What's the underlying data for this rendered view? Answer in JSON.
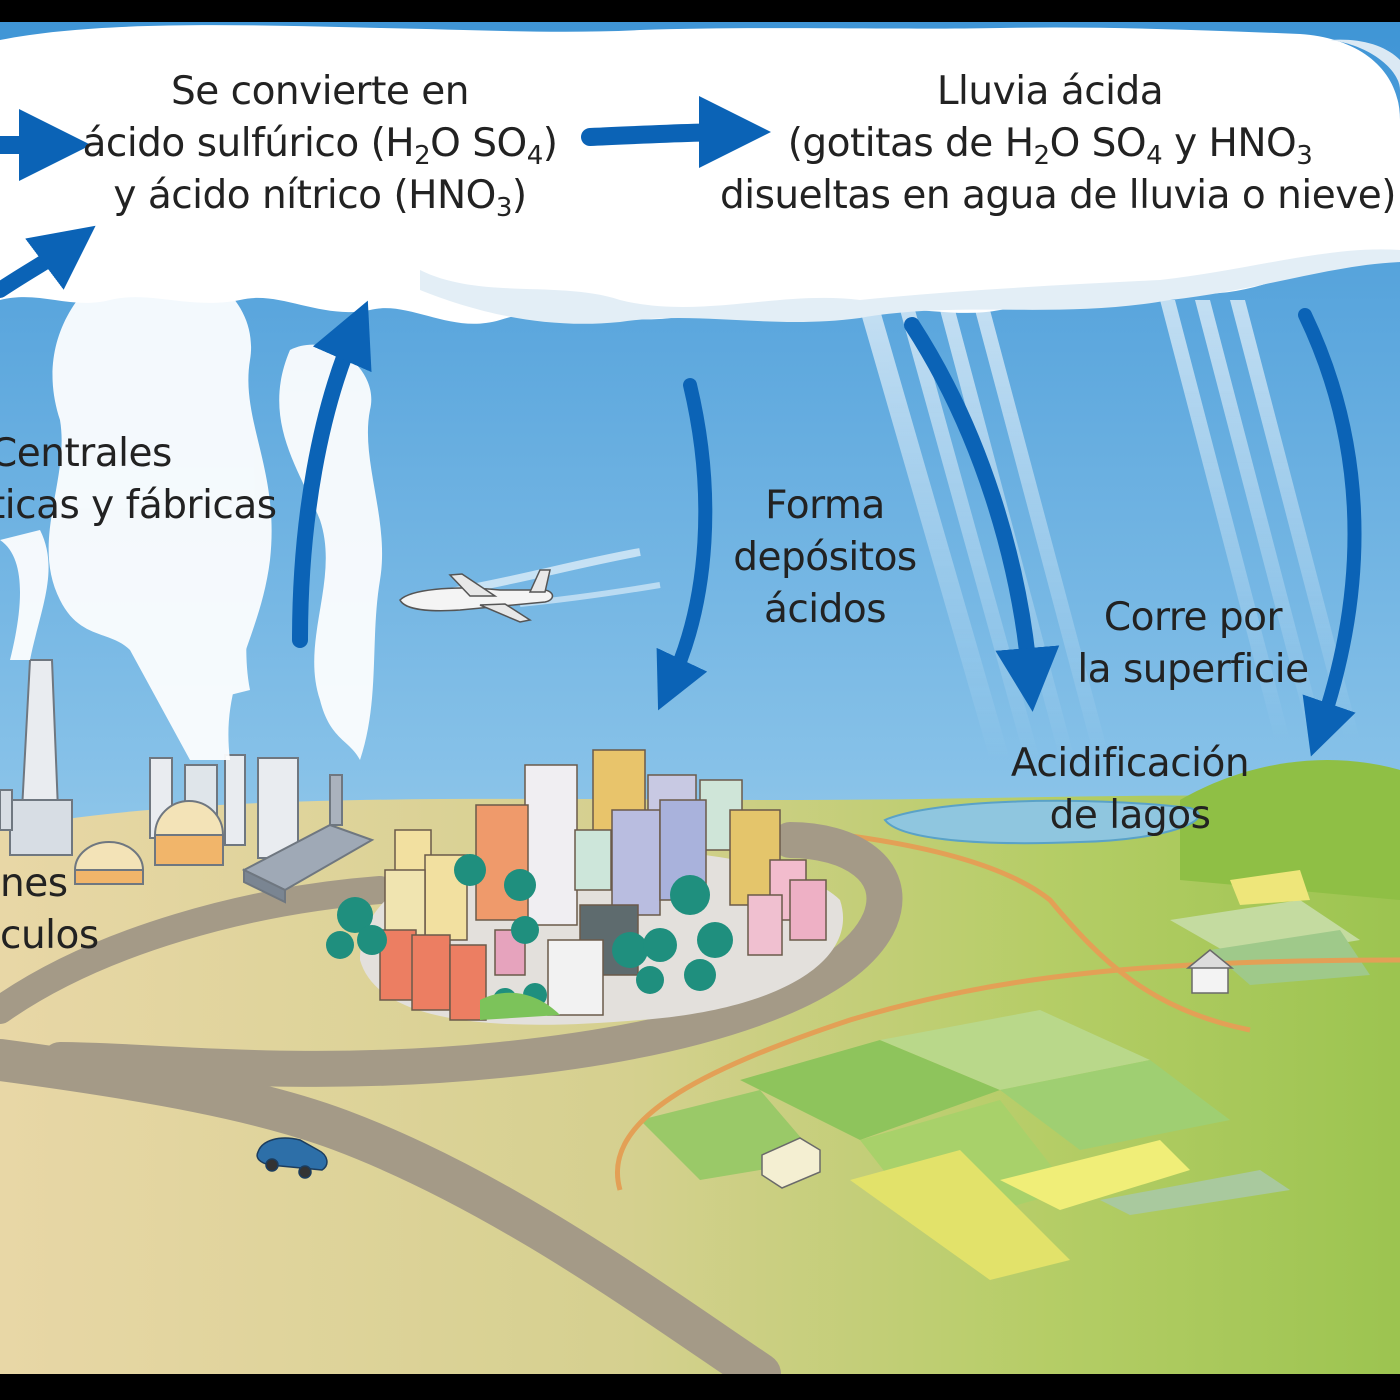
{
  "labels": {
    "converts": {
      "line1": "Se convierte en",
      "line2_a": "ácido sulfúrico (H",
      "line2_sub1": "2",
      "line2_b": "O SO",
      "line2_sub2": "4",
      "line2_c": ")",
      "line3_a": "y ácido nítrico (HNO",
      "line3_sub": "3",
      "line3_b": ")"
    },
    "acid_rain": {
      "line1": "Lluvia ácida",
      "line2_a": "(gotitas de H",
      "line2_sub1": "2",
      "line2_b": "O SO",
      "line2_sub2": "4",
      "line2_c": " y HNO",
      "line2_sub3": "3",
      "line3": "disueltas en agua de lluvia o nieve)"
    },
    "power_plants": {
      "line1": "Centrales",
      "line2": "ticas y fábricas"
    },
    "vehicles": {
      "line1": "nes",
      "line2": "culos"
    },
    "acid_deposits": {
      "line1": "Forma",
      "line2": "depósitos",
      "line3": "ácidos"
    },
    "runoff": {
      "line1": "Corre por",
      "line2": "la superficie"
    },
    "lake_acidification": {
      "line1": "Acidificación",
      "line2": "de lagos"
    }
  },
  "colors": {
    "sky_top": "#5aa8df",
    "sky_bottom": "#bfe0f2",
    "arrow": "#0b63b6",
    "cloud": "#ffffff",
    "ground_left": "#e4d3a2",
    "ground_right": "#a9c85a",
    "road": "#a39a88",
    "lake": "#8fc6df",
    "frame": "#000000"
  }
}
